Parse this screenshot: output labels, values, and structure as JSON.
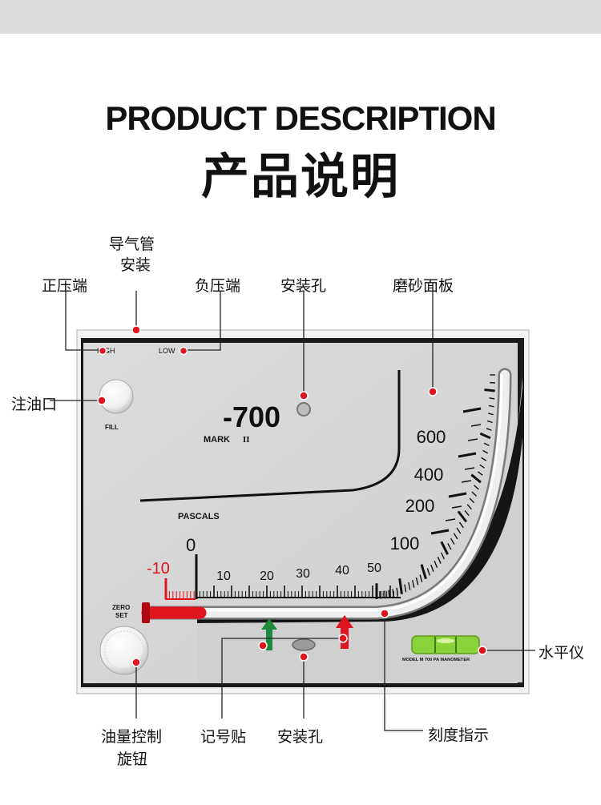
{
  "header": {
    "title_en": "PRODUCT DESCRIPTION",
    "title_cn": "产品说明"
  },
  "callouts": {
    "tube_install_l1": "导气管",
    "tube_install_l2": "安装",
    "positive_end": "正压端",
    "negative_end": "负压端",
    "mount_hole_top": "安装孔",
    "frosted_panel": "磨砂面板",
    "oil_fill": "注油口",
    "oil_knob_l1": "油量控制",
    "oil_knob_l2": "旋钮",
    "marker_sticker": "记号贴",
    "mount_hole_bottom": "安装孔",
    "scale_indicator": "刻度指示",
    "level": "水平仪"
  },
  "gauge": {
    "high": "HIGH",
    "low": "LOW",
    "fill": "FILL",
    "range": "-700",
    "mark": "MARK",
    "mark_num": "II",
    "units": "PASCALS",
    "zero": "0",
    "minus_ten": "-10",
    "zero_set_l1": "ZERO",
    "zero_set_l2": "SET",
    "model": "MODEL M 700 PA MANOMETER",
    "h_ticks": [
      "10",
      "20",
      "30",
      "40",
      "50"
    ],
    "curve_ticks": [
      "100",
      "200",
      "400",
      "600"
    ]
  },
  "colors": {
    "accent_red": "#e0141e",
    "arrow_green": "#1e8a3c",
    "level_green": "#8ad23a",
    "panel": "#d6d6d6"
  }
}
